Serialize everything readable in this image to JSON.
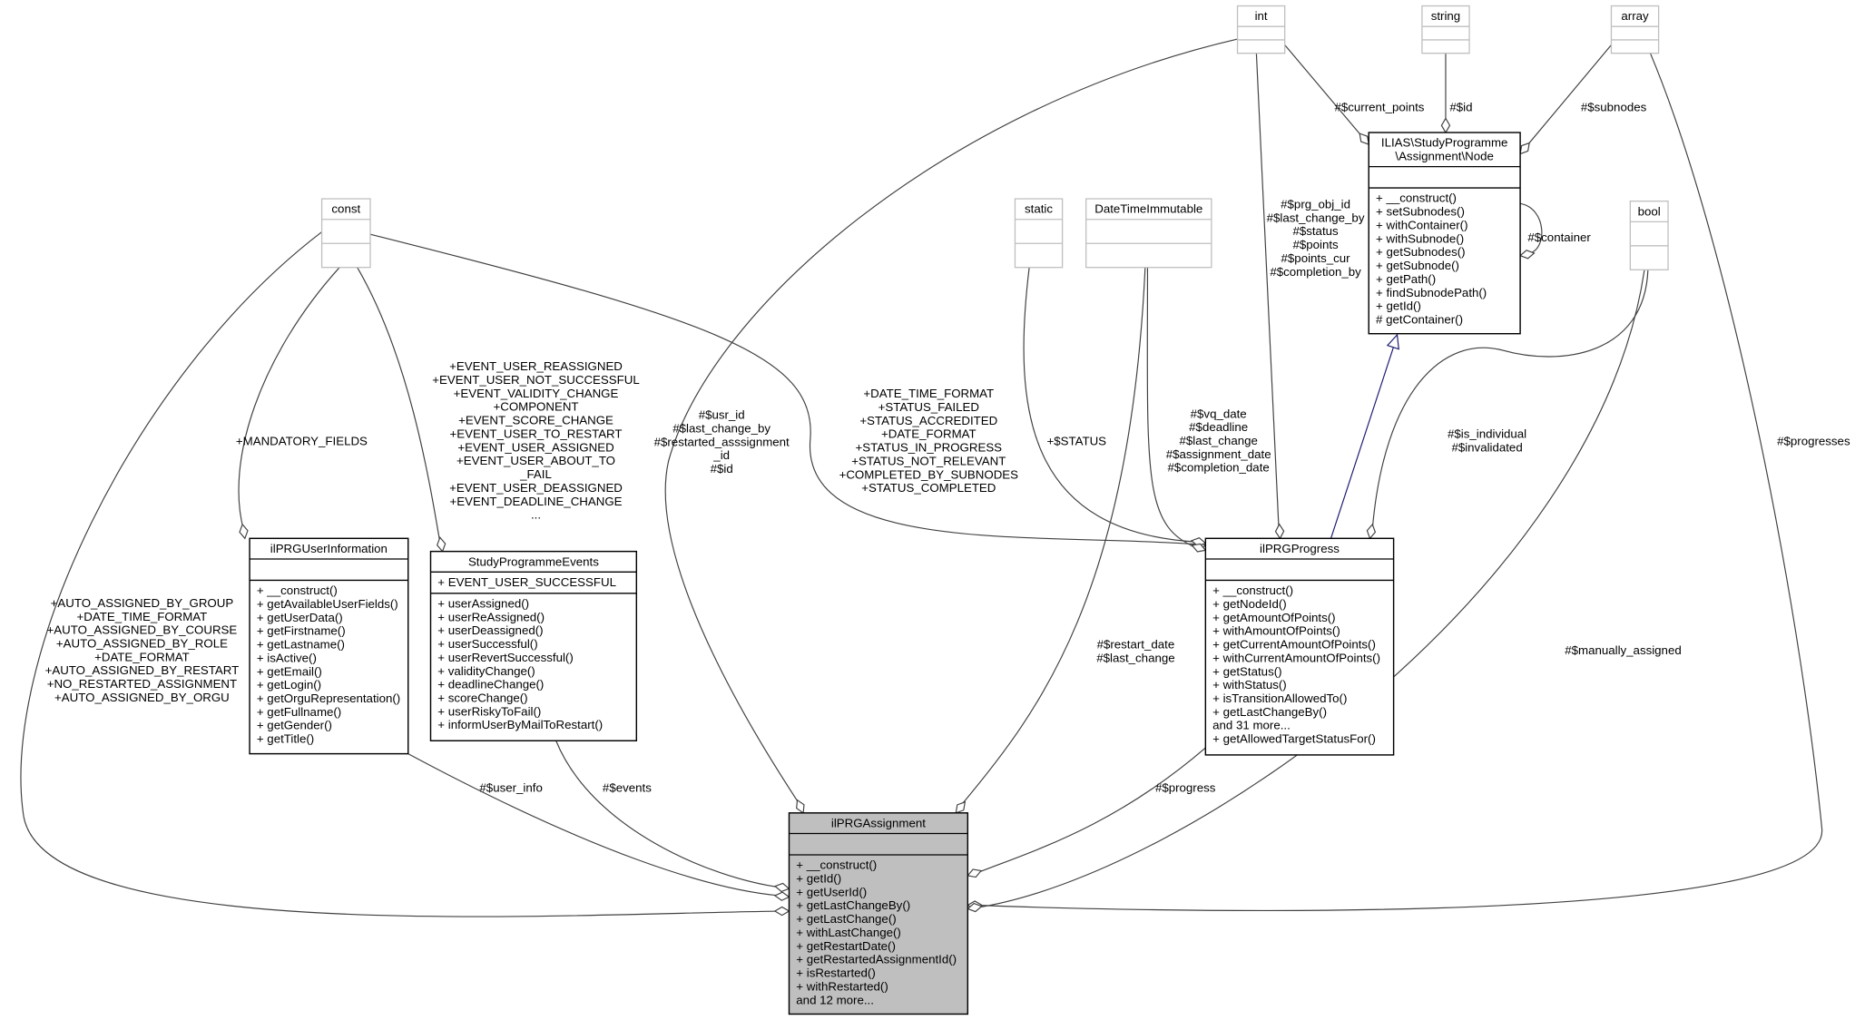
{
  "classes": [
    {
      "id": "const",
      "title": [
        "const"
      ],
      "attributes": [],
      "methods": [],
      "kind": "type"
    },
    {
      "id": "int",
      "title": [
        "int"
      ],
      "attributes": [],
      "methods": [],
      "kind": "type"
    },
    {
      "id": "string",
      "title": [
        "string"
      ],
      "attributes": [],
      "methods": [],
      "kind": "type"
    },
    {
      "id": "array",
      "title": [
        "array"
      ],
      "attributes": [],
      "methods": [],
      "kind": "type"
    },
    {
      "id": "static",
      "title": [
        "static"
      ],
      "attributes": [],
      "methods": [],
      "kind": "type"
    },
    {
      "id": "datetime",
      "title": [
        "DateTimeImmutable"
      ],
      "attributes": [],
      "methods": [],
      "kind": "type"
    },
    {
      "id": "bool",
      "title": [
        "bool"
      ],
      "attributes": [],
      "methods": [],
      "kind": "type"
    },
    {
      "id": "node",
      "title": [
        "ILIAS\\StudyProgramme",
        "\\Assignment\\Node"
      ],
      "attributes": [],
      "kind": "class",
      "methods": [
        "+ __construct()",
        "+ setSubnodes()",
        "+ withContainer()",
        "+ withSubnode()",
        "+ getSubnodes()",
        "+ getSubnode()",
        "+ getPath()",
        "+ findSubnodePath()",
        "+ getId()",
        "# getContainer()"
      ]
    },
    {
      "id": "userinfo",
      "title": [
        "ilPRGUserInformation"
      ],
      "attributes": [],
      "kind": "class",
      "methods": [
        "+ __construct()",
        "+ getAvailableUserFields()",
        "+ getUserData()",
        "+ getFirstname()",
        "+ getLastname()",
        "+ isActive()",
        "+ getEmail()",
        "+ getLogin()",
        "+ getOrguRepresentation()",
        "+ getFullname()",
        "+ getGender()",
        "+ getTitle()"
      ]
    },
    {
      "id": "events",
      "title": [
        "StudyProgrammeEvents"
      ],
      "attributes": [
        "+ EVENT_USER_SUCCESSFUL"
      ],
      "kind": "class",
      "methods": [
        "+ userAssigned()",
        "+ userReAssigned()",
        "+ userDeassigned()",
        "+ userSuccessful()",
        "+ userRevertSuccessful()",
        "+ validityChange()",
        "+ deadlineChange()",
        "+ scoreChange()",
        "+ userRiskyToFail()",
        "+ informUserByMailToRestart()"
      ]
    },
    {
      "id": "progress",
      "title": [
        "ilPRGProgress"
      ],
      "attributes": [],
      "kind": "class",
      "methods": [
        "+ __construct()",
        "+ getNodeId()",
        "+ getAmountOfPoints()",
        "+ withAmountOfPoints()",
        "+ getCurrentAmountOfPoints()",
        "+ withCurrentAmountOfPoints()",
        "+ getStatus()",
        "+ withStatus()",
        "+ isTransitionAllowedTo()",
        "+ getLastChangeBy()",
        "and 31 more...",
        "+ getAllowedTargetStatusFor()"
      ]
    },
    {
      "id": "assignment",
      "title": [
        "ilPRGAssignment"
      ],
      "attributes": [],
      "kind": "focus",
      "methods": [
        "+ __construct()",
        "+ getId()",
        "+ getUserId()",
        "+ getLastChangeBy()",
        "+ getLastChange()",
        "+ withLastChange()",
        "+ getRestartDate()",
        "+ getRestartedAssignmentId()",
        "+ isRestarted()",
        "+ withRestarted()",
        "and 12 more..."
      ]
    }
  ],
  "edges": [
    {
      "id": "const-assignment",
      "from": "const",
      "to": "assignment",
      "type": "aggregation",
      "label": [
        "+AUTO_ASSIGNED_BY_GROUP",
        "+DATE_TIME_FORMAT",
        "+AUTO_ASSIGNED_BY_COURSE",
        "+AUTO_ASSIGNED_BY_ROLE",
        "+DATE_FORMAT",
        "+AUTO_ASSIGNED_BY_RESTART",
        "+NO_RESTARTED_ASSIGNMENT",
        "+AUTO_ASSIGNED_BY_ORGU"
      ]
    },
    {
      "id": "const-userinfo",
      "from": "const",
      "to": "userinfo",
      "type": "aggregation",
      "label": [
        "+MANDATORY_FIELDS"
      ]
    },
    {
      "id": "const-events",
      "from": "const",
      "to": "events",
      "type": "aggregation",
      "label": [
        "+EVENT_USER_REASSIGNED",
        "+EVENT_USER_NOT_SUCCESSFUL",
        "+EVENT_VALIDITY_CHANGE",
        "+COMPONENT",
        "+EVENT_SCORE_CHANGE",
        "+EVENT_USER_TO_RESTART",
        "+EVENT_USER_ASSIGNED",
        "+EVENT_USER_ABOUT_TO",
        "_FAIL",
        "+EVENT_USER_DEASSIGNED",
        "+EVENT_DEADLINE_CHANGE",
        "..."
      ]
    },
    {
      "id": "int-assignment",
      "from": "int",
      "to": "assignment",
      "type": "aggregation",
      "label": [
        "#$usr_id",
        "#$last_change_by",
        "#$restarted_asssignment",
        "_id",
        "#$id"
      ]
    },
    {
      "id": "const-progress",
      "from": "const",
      "to": "progress",
      "type": "aggregation",
      "label": [
        "+DATE_TIME_FORMAT",
        "+STATUS_FAILED",
        "+STATUS_ACCREDITED",
        "+DATE_FORMAT",
        "+STATUS_IN_PROGRESS",
        "+STATUS_NOT_RELEVANT",
        "+COMPLETED_BY_SUBNODES",
        "+STATUS_COMPLETED"
      ]
    },
    {
      "id": "static-progress",
      "from": "static",
      "to": "progress",
      "type": "aggregation",
      "label": [
        "+$STATUS"
      ]
    },
    {
      "id": "datetime-progress",
      "from": "datetime",
      "to": "progress",
      "type": "aggregation",
      "label": [
        "#$vq_date",
        "#$deadline",
        "#$last_change",
        "#$assignment_date",
        "#$completion_date"
      ]
    },
    {
      "id": "int-progress",
      "from": "int",
      "to": "progress",
      "type": "aggregation",
      "label": [
        "#$prg_obj_id",
        "#$last_change_by",
        "#$status",
        "#$points",
        "#$points_cur",
        "#$completion_by"
      ]
    },
    {
      "id": "int-node",
      "from": "int",
      "to": "node",
      "type": "aggregation",
      "label": [
        "#$current_points"
      ]
    },
    {
      "id": "string-node",
      "from": "string",
      "to": "node",
      "type": "aggregation",
      "label": [
        "#$id"
      ]
    },
    {
      "id": "array-node",
      "from": "array",
      "to": "node",
      "type": "aggregation",
      "label": [
        "#$subnodes"
      ]
    },
    {
      "id": "node-node",
      "from": "node",
      "to": "node",
      "type": "aggregation",
      "label": [
        "#$container"
      ]
    },
    {
      "id": "bool-progress",
      "from": "bool",
      "to": "progress",
      "type": "aggregation",
      "label": [
        "#$is_individual",
        "#$invalidated"
      ]
    },
    {
      "id": "array-assignment",
      "from": "array",
      "to": "assignment",
      "type": "aggregation",
      "label": [
        "#$progresses"
      ]
    },
    {
      "id": "datetime-assignment",
      "from": "datetime",
      "to": "assignment",
      "type": "aggregation",
      "label": [
        "#$restart_date",
        "#$last_change"
      ]
    },
    {
      "id": "bool-assignment",
      "from": "bool",
      "to": "assignment",
      "type": "aggregation",
      "label": [
        "#$manually_assigned"
      ]
    },
    {
      "id": "userinfo-assignment",
      "from": "userinfo",
      "to": "assignment",
      "type": "aggregation",
      "label": [
        "#$user_info"
      ]
    },
    {
      "id": "events-assignment",
      "from": "events",
      "to": "assignment",
      "type": "aggregation",
      "label": [
        "#$events"
      ]
    },
    {
      "id": "progress-assignment",
      "from": "progress",
      "to": "assignment",
      "type": "aggregation",
      "label": [
        "#$progress"
      ]
    },
    {
      "id": "progress-node",
      "from": "progress",
      "to": "node",
      "type": "inheritance",
      "label": []
    }
  ],
  "colors": {
    "focus_fill": "#bfbfbf",
    "type_border": "#bfbfbf",
    "class_border": "#000000",
    "edge": "#404040",
    "inheritance": "#191970"
  }
}
